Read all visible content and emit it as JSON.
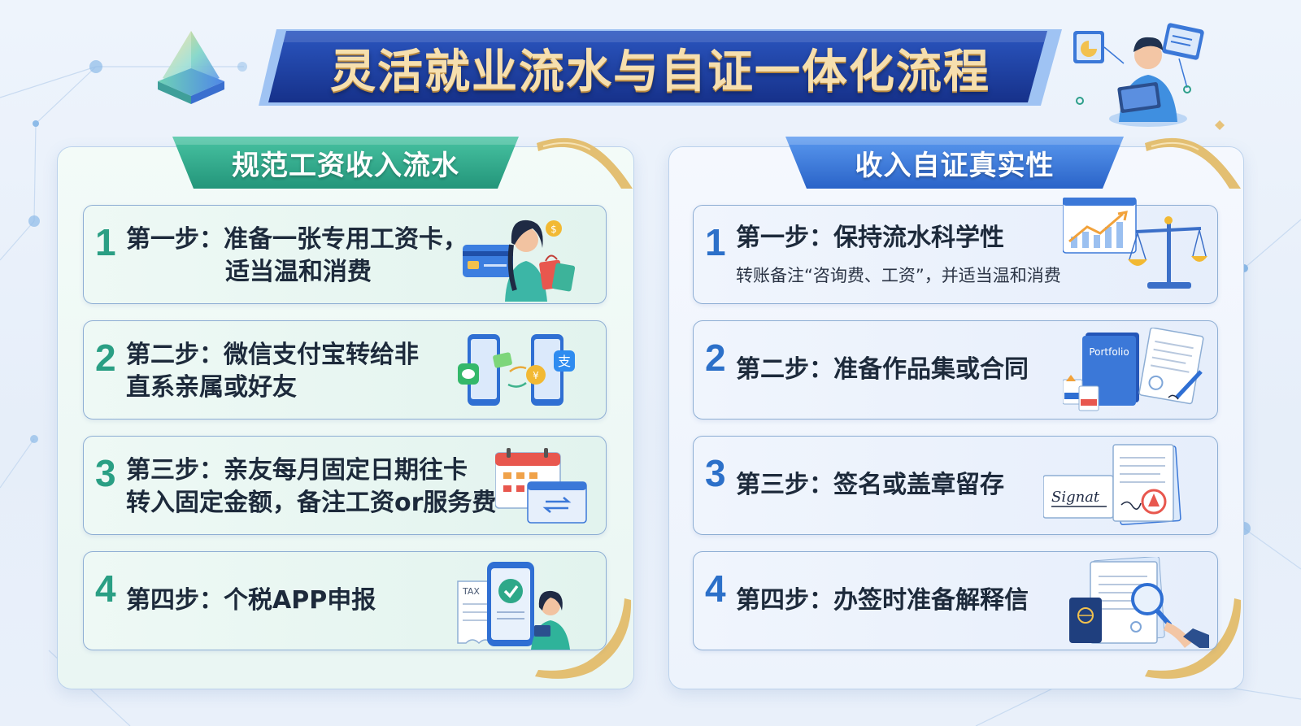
{
  "title": "灵活就业流水与自证一体化流程",
  "left_panel": {
    "heading": "规范工资收入流水",
    "steps": [
      {
        "num": "1",
        "text_line1": "第一步：准备一张专用工资卡，",
        "text_line2": "适当温和消费",
        "illustration": "credit-card-shopping-icon"
      },
      {
        "num": "2",
        "text_line1": "第二步：微信支付宝转给非",
        "text_line2": "直系亲属或好友",
        "illustration": "wechat-alipay-transfer-icon"
      },
      {
        "num": "3",
        "text_line1": "第三步：亲友每月固定日期往卡",
        "text_line2": "转入固定金额，备注工资or服务费",
        "illustration": "calendar-transfer-icon"
      },
      {
        "num": "4",
        "text_line1": "第四步：个税APP申报",
        "illustration": "tax-app-icon",
        "illus_text": "TAX"
      }
    ]
  },
  "right_panel": {
    "heading": "收入自证真实性",
    "steps": [
      {
        "num": "1",
        "text_line1": "第一步：保持流水科学性",
        "sub_text": "转账备注“咨询费、工资”，并适当温和消费",
        "illustration": "chart-scale-icon"
      },
      {
        "num": "2",
        "text_line1": "第二步：准备作品集或合同",
        "illustration": "portfolio-contract-icon",
        "illus_text": "Portfolio"
      },
      {
        "num": "3",
        "text_line1": "第三步：签名或盖章留存",
        "illustration": "signature-seal-icon",
        "illus_text": "Signat"
      },
      {
        "num": "4",
        "text_line1": "第四步：办签时准备解释信",
        "illustration": "passport-letter-magnifier-icon"
      }
    ]
  },
  "colors": {
    "title_banner": "#1f3f9e",
    "title_text": "#f6dfae",
    "green_tab": "#2ea889",
    "blue_tab": "#2f74d6",
    "green_num": "#2a9f84",
    "blue_num": "#2c70c9",
    "ribbon_gold": "#e3bf72"
  }
}
